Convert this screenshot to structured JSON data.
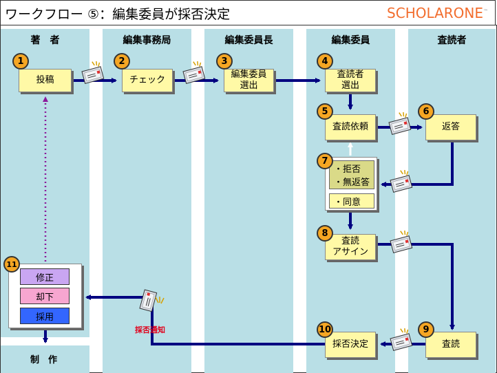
{
  "title": "ワークフロー ⑤：編集委員が採否決定",
  "logo": "SCHOLARONE",
  "logo_tm": "™",
  "lanes": [
    "著　者",
    "編集事務局",
    "編集委員長",
    "編集委員",
    "査読者"
  ],
  "nodes": {
    "n1": {
      "num": "1",
      "label": "投稿"
    },
    "n2": {
      "num": "2",
      "label": "チェック"
    },
    "n3": {
      "num": "3",
      "label1": "編集委員",
      "label2": "選出"
    },
    "n4": {
      "num": "4",
      "label1": "査読者",
      "label2": "選出"
    },
    "n5": {
      "num": "5",
      "label": "査読依頼"
    },
    "n6": {
      "num": "6",
      "label": "返答"
    },
    "n7": {
      "num": "7",
      "reject1": "・拒否",
      "reject2": "・無返答",
      "accept": "・同意"
    },
    "n8": {
      "num": "8",
      "label1": "査読",
      "label2": "アサイン"
    },
    "n9": {
      "num": "9",
      "label": "査読"
    },
    "n10": {
      "num": "10",
      "label": "採否決定"
    },
    "n11": {
      "num": "11",
      "revise": "修正",
      "reject": "却下",
      "accept": "採用"
    }
  },
  "notice_label": "採否通知",
  "production_label": "制　作",
  "colors": {
    "lane": "#b9dfe6",
    "node": "#fff9a6",
    "badge": "#f5a623",
    "arrow": "#000080",
    "dotted": "#8b1a9a",
    "revise": "#c9a6f2",
    "reject": "#f7a6d0",
    "accept": "#3366ff",
    "notice": "#e0001b",
    "logo": "#f26d2d"
  }
}
